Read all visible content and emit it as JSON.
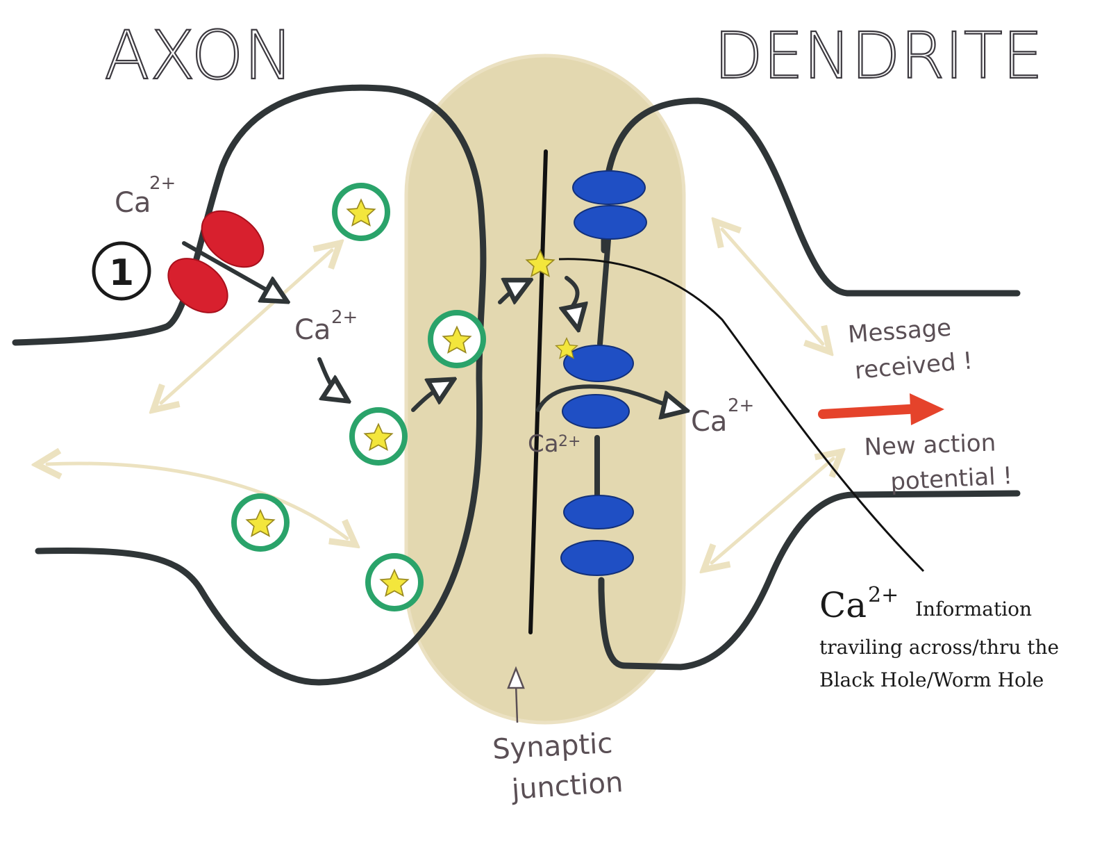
{
  "titles": {
    "axon": "AXON",
    "dendrite": "DENDRITE"
  },
  "step_marker": "1",
  "labels": {
    "ca_channel": "Ca",
    "ca_channel_sup": "2+",
    "ca_inside": "Ca",
    "ca_inside_sup": "2+",
    "ca_post_left": "Ca",
    "ca_post_left_sup": "2+",
    "ca_post_right": "Ca",
    "ca_post_right_sup": "2+",
    "message_line1": "Message",
    "message_line2": "received !",
    "action_line1": "New action",
    "action_line2": "potential !",
    "junction_line1": "Synaptic",
    "junction_line2": "junction",
    "info_ca": "Ca",
    "info_ca_sup": "2+",
    "info_line1": "Information",
    "info_line2": "traviling across/thru the",
    "info_line3": "Black Hole/Worm Hole"
  },
  "colors": {
    "membrane": "#2f3537",
    "cleft": "#e2d6ac",
    "cleft_outline": "#e9dfbf",
    "vesicle_ring": "#2aa36a",
    "neurotransmitter": "#f3e63c",
    "ca_channel": "#d8202e",
    "receptor": "#1f4fc4",
    "arrow_red": "#e5432b",
    "cream_arrow": "#ece2c0",
    "ink": "#5a4f55"
  },
  "icons": {
    "vesicle": "star-vesicle-icon",
    "channel": "calcium-channel-icon",
    "receptor": "receptor-icon"
  }
}
